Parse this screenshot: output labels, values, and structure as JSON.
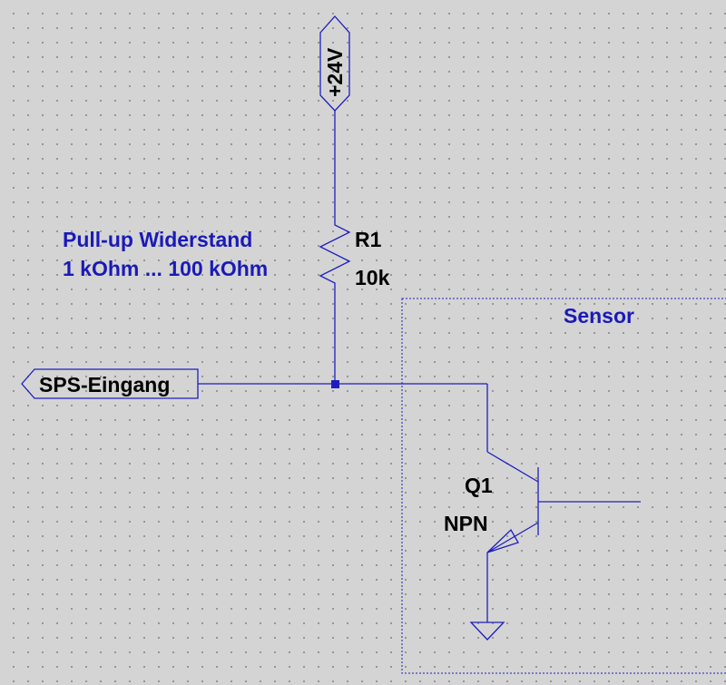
{
  "supply": {
    "label": "+24V"
  },
  "resistor": {
    "ref": "R1",
    "value": "10k"
  },
  "comment": {
    "line1": "Pull-up Widerstand",
    "line2": "1 kOhm ... 100 kOhm"
  },
  "input_port": {
    "label": "SPS-Eingang"
  },
  "sensor_box": {
    "label": "Sensor"
  },
  "transistor": {
    "ref": "Q1",
    "type": "NPN"
  },
  "colors": {
    "wire": "#1e1ec0",
    "comment_text": "#1a1ab8",
    "label_text": "#000000",
    "background": "#d4d4d4"
  }
}
